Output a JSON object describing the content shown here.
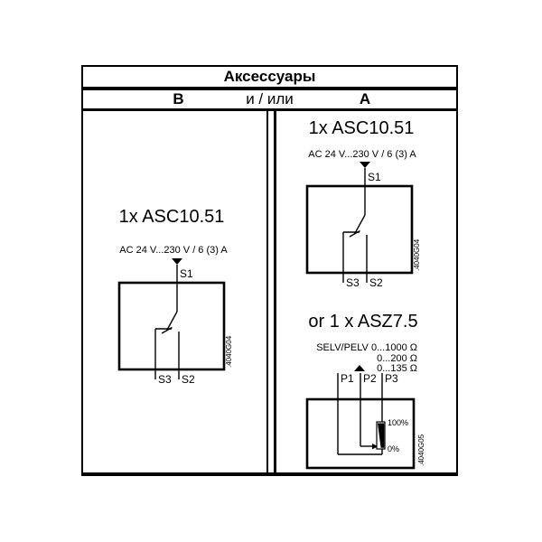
{
  "header": {
    "title": "Аксессуары",
    "col_b": "B",
    "connector": "и / или",
    "col_a": "A"
  },
  "column_b": {
    "title": "1x ASC10.51",
    "rating": "AC 24 V...230 V / 6 (3) A",
    "terminals": {
      "s1": "S1",
      "s3": "S3",
      "s2": "S2"
    },
    "ref": ".4040G04"
  },
  "column_a": {
    "relay": {
      "title": "1x ASC10.51",
      "rating": "AC 24 V...230 V / 6 (3) A",
      "terminals": {
        "s1": "S1",
        "s3": "S3",
        "s2": "S2"
      },
      "ref": ".4040G04"
    },
    "poti": {
      "title": "or 1 x ASZ7.5",
      "ranges": [
        "SELV/PELV 0...1000 Ω",
        "0...200 Ω",
        "0...135 Ω"
      ],
      "terminals": [
        "P1",
        "P2",
        "P3"
      ],
      "scale_max": "100%",
      "scale_min": "0%",
      "ref": ".4040G05"
    }
  },
  "colors": {
    "ink": "#000000",
    "paper": "#ffffff"
  }
}
